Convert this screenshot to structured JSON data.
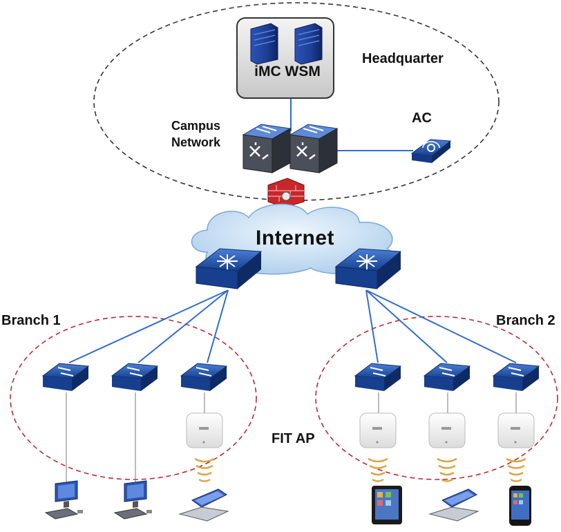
{
  "labels": {
    "headquarter": "Headquarter",
    "ac": "AC",
    "campus_line1": "Campus",
    "campus_line2": "Network",
    "internet": "Internet",
    "imc_wsm": "iMC WSM",
    "branch1": "Branch 1",
    "branch2": "Branch 2",
    "fit_ap": "FIT AP"
  },
  "colors": {
    "link": "#2f6bd0",
    "hq_boundary": "#333333",
    "branch_boundary": "#c0272d",
    "device_blue": "#1f4fa8",
    "cloud": "#bcd8f0",
    "firewall": "#c8272a"
  },
  "icons": [
    "server-icon",
    "core-switch-icon",
    "wireless-controller-icon",
    "firewall-icon",
    "cloud-icon",
    "router-icon",
    "access-switch-icon",
    "access-point-icon",
    "desktop-pc-icon",
    "laptop-icon",
    "tablet-icon",
    "smartphone-icon",
    "wireless-signal-icon"
  ]
}
